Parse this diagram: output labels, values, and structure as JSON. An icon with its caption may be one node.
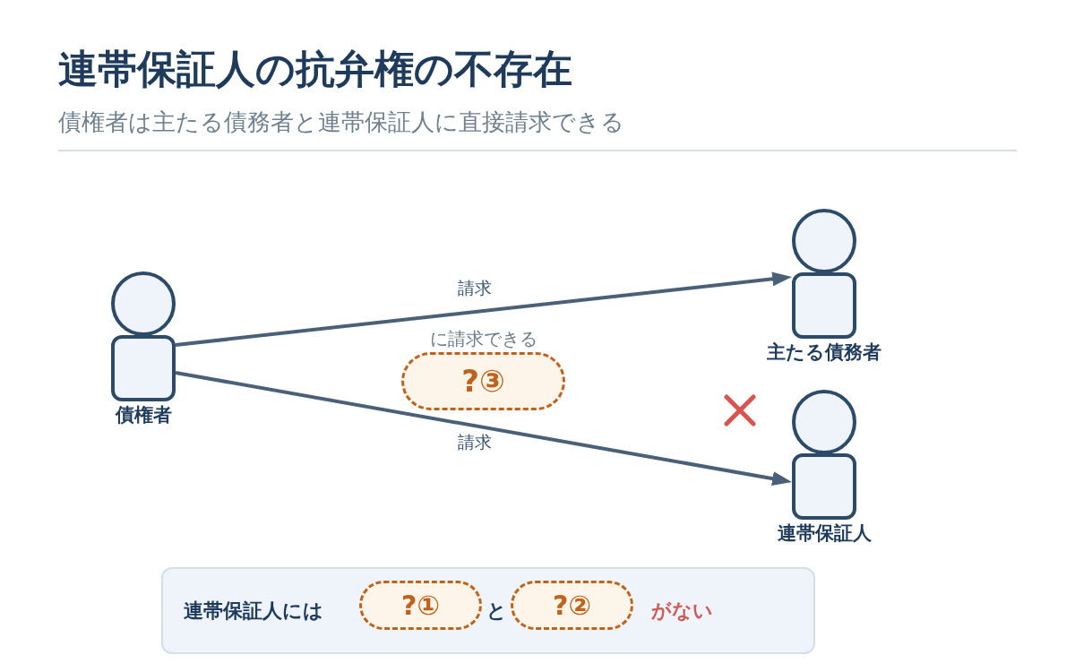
{
  "diagram": {
    "title": "連帯保証人の抗弁権の不存在",
    "nodes": [
      {
        "text": [
          "債権者"
        ]
      },
      {
        "text": [
          "主たる債務者"
        ]
      },
      {
        "text": [
          "連帯保証人"
        ]
      },
      {
        "text": [
          "?③"
        ],
        "beside": [
          "に請求できる"
        ]
      },
      {
        "text": [
          "連帯保証人には",
          "と",
          "がない"
        ]
      },
      {
        "text": [
          "?①"
        ],
        "in": 4
      },
      {
        "text": [
          "?②"
        ],
        "in": 4
      }
    ],
    "edges": [
      {
        "from": 0,
        "to": 1,
        "arrow": "to",
        "label": "請求"
      },
      {
        "from": 0,
        "to": 2,
        "arrow": "to",
        "label": "請求"
      }
    ],
    "labels": [
      "債権者は主たる債務者と連帯保証人に直接請求できる"
    ]
  }
}
